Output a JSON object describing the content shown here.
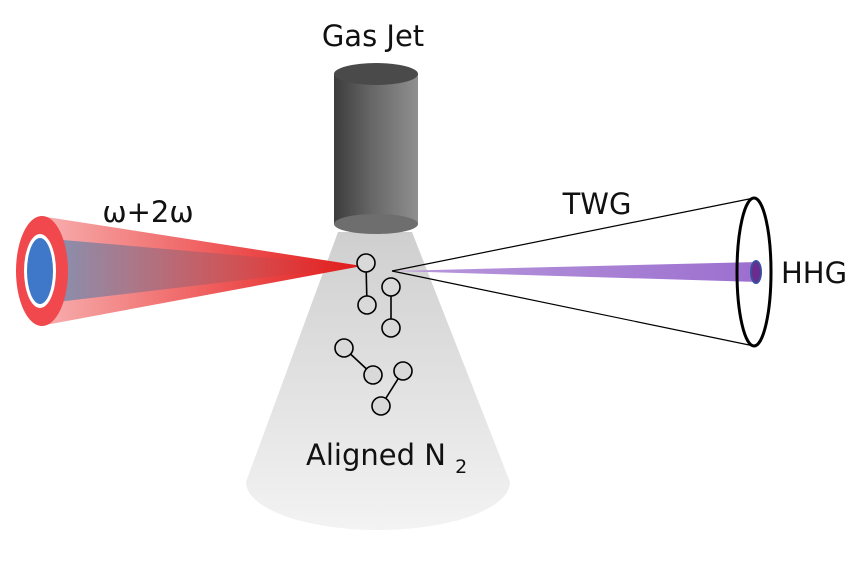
{
  "labels": {
    "gas_jet": "Gas Jet",
    "beam": "ω+2ω",
    "twg": "TWG",
    "hhg": "HHG",
    "sample": "Aligned N",
    "sample_subscript": "2"
  },
  "colors": {
    "laser_red": "#e8241f",
    "laser_outer_ring": "#f0484c",
    "laser_core_blue": "#3f78c9",
    "hhg_purple": "#9b6fc6",
    "hhg_spot": "#6a2c8e",
    "gas_jet_body": "#5f5f5f",
    "gas_cone": "#d6d6d6"
  }
}
